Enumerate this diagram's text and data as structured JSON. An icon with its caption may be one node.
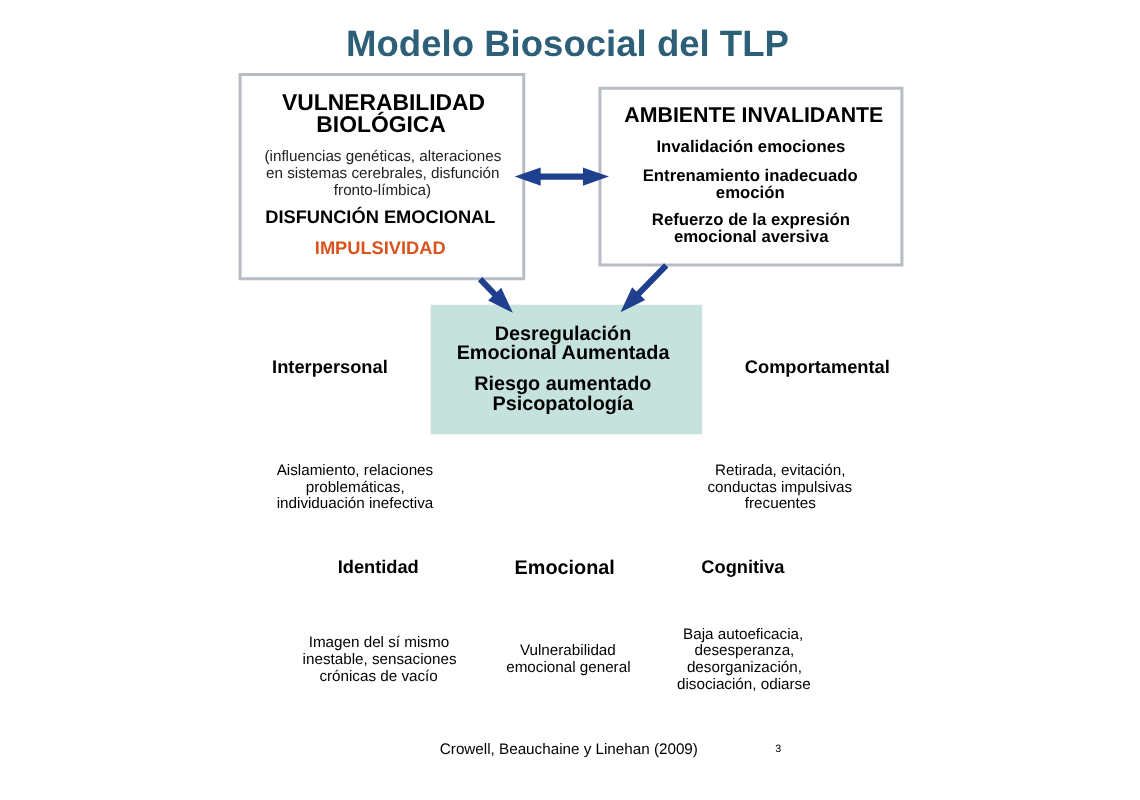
{
  "diagram": {
    "title": "Modelo Biosocial del TLP",
    "nodes": [
      {
        "text": [
          "VULNERABILIDAD BIOLÓGICA",
          "(influencias genéticas, alteraciones en sistemas cerebrales, disfunción fronto-límbica)",
          "DISFUNCIÓN EMOCIONAL",
          "IMPULSIVIDAD"
        ]
      },
      {
        "text": [
          "AMBIENTE INVALIDANTE",
          "Invalidación emociones",
          "Entrenamiento inadecuado emoción",
          "Refuerzo de la expresión emocional aversiva"
        ]
      },
      {
        "text": [
          "Desregulación Emocional Aumentada",
          "Riesgo aumentado Psicopatología"
        ]
      }
    ],
    "edges": [
      {
        "from": 0,
        "to": 1,
        "arrow": "both"
      },
      {
        "from": 0,
        "to": 2,
        "arrow": "to"
      },
      {
        "from": 1,
        "to": 2,
        "arrow": "to"
      }
    ],
    "labels": [
      "Interpersonal",
      "Aislamiento, relaciones problemáticas, individuación inefectiva",
      "Comportamental",
      "Retirada, evitación, conductas impulsivas frecuentes",
      "Identidad",
      "Imagen del sí mismo inestable, sensaciones crónicas de vacío",
      "Emocional",
      "Vulnerabilidad emocional general",
      "Cognitiva",
      "Baja autoeficacia, desesperanza, desorganización, disociación, odiarse",
      "Crowell, Beauchaine y Linehan (2009)",
      "3"
    ]
  }
}
